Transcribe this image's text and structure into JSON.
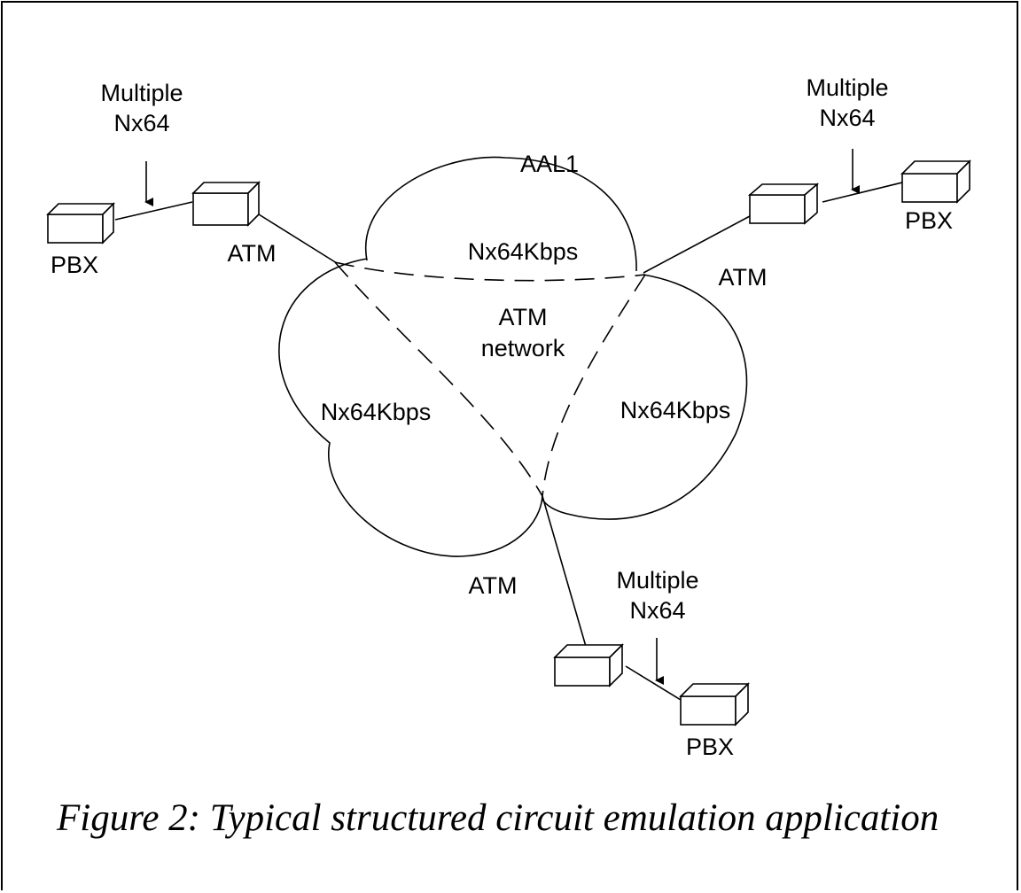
{
  "labels": {
    "multiple_left": "Multiple",
    "nx64_left": "Nx64",
    "pbx_left": "PBX",
    "atm_left": "ATM",
    "multiple_right": "Multiple",
    "nx64_right": "Nx64",
    "pbx_right": "PBX",
    "atm_right": "ATM",
    "aal1": "AAL1",
    "nx64kbps_top": "Nx64Kbps",
    "atm_network_1": "ATM",
    "atm_network_2": "network",
    "nx64kbps_left": "Nx64Kbps",
    "nx64kbps_right": "Nx64Kbps",
    "atm_bottom": "ATM",
    "multiple_bottom": "Multiple",
    "nx64_bottom": "Nx64",
    "pbx_bottom": "PBX"
  },
  "caption": "Figure 2: Typical structured circuit emulation application"
}
